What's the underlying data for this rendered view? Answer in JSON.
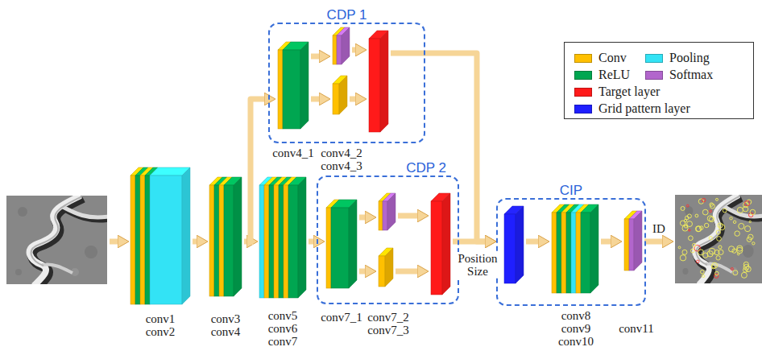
{
  "diagram": {
    "nodes": [
      {
        "text": [
          "CDP 1"
        ]
      },
      {
        "text": [
          "CDP 2"
        ]
      },
      {
        "text": [
          "CIP"
        ]
      }
    ],
    "edges": [
      {
        "from": 0,
        "to": 2,
        "arrow": "to"
      },
      {
        "from": 1,
        "to": 2,
        "label": "Position Size",
        "arrow": "to"
      }
    ],
    "labels": [
      "conv1 conv2",
      "conv3 conv4",
      "conv5 conv6 conv7",
      "conv4_1",
      "conv4_2 conv4_3",
      "conv7_1",
      "conv7_2 conv7_3",
      "ID",
      "conv8 conv9 conv10",
      "conv11"
    ],
    "legend": [
      {
        "text": "Conv",
        "color": "#ffc000"
      },
      {
        "text": "Pooling",
        "color": "#33e3f5"
      },
      {
        "text": "ReLU",
        "color": "#00a651"
      },
      {
        "text": "Softmax",
        "color": "#b266cc"
      },
      {
        "text": "Target layer",
        "color": "#ff1a1a"
      },
      {
        "text": "Grid pattern layer",
        "color": "#1f1fff"
      }
    ]
  }
}
